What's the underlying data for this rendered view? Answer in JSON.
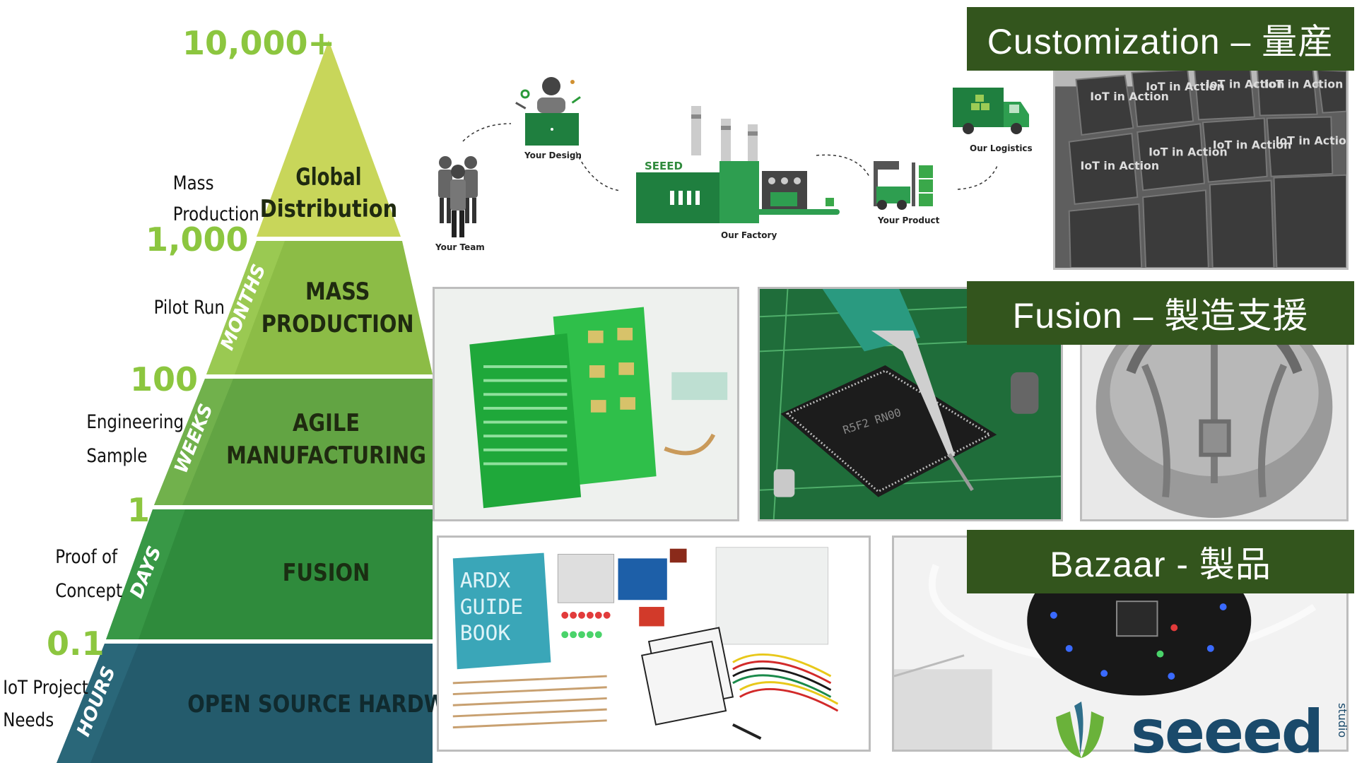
{
  "pyramid": {
    "milestones": [
      "10,000+",
      "1,000",
      "100",
      "1",
      "0.1"
    ],
    "side_labels": {
      "mass_production": [
        "Mass",
        "Production"
      ],
      "pilot_run": "Pilot Run",
      "engineering_sample": [
        "Engineering",
        "Sample"
      ],
      "proof_of_concept": [
        "Proof of",
        "Concept"
      ],
      "iot_needs": [
        "IoT Project",
        "Needs"
      ]
    },
    "timelines": [
      "MONTHS",
      "WEEKS",
      "DAYS",
      "HOURS"
    ],
    "tiers": [
      {
        "lines": [
          "Global",
          "Distribution"
        ]
      },
      {
        "lines": [
          "MASS",
          "PRODUCTION"
        ]
      },
      {
        "lines": [
          "AGILE",
          "MANUFACTURING"
        ]
      },
      {
        "lines": [
          "FUSION"
        ]
      },
      {
        "lines": [
          "OPEN SOURCE HARDWARE"
        ]
      }
    ],
    "colors": {
      "tier1": "#c8d65a",
      "tier2": "#8cbc46",
      "tier3": "#62a443",
      "tier4": "#2f8b3c",
      "tier5": "#245b6c",
      "milestone": "#8cc63f"
    }
  },
  "flow": {
    "team": "Your Team",
    "design": "Your Design",
    "factory": "Our Factory",
    "factory_sign": "SEEED",
    "product": "Your Product",
    "logistics": "Our Logistics"
  },
  "banners": {
    "customization": "Customization – 量産",
    "fusion": "Fusion – 製造支援",
    "bazaar": "Bazaar - 製品"
  },
  "photos": {
    "iot_box": "IoT in Action",
    "guide_book": [
      "ARDX",
      "GUIDE",
      "BOOK"
    ]
  },
  "brand": {
    "name": "seeed",
    "suffix": "studio",
    "color": "#1a4a6b"
  }
}
